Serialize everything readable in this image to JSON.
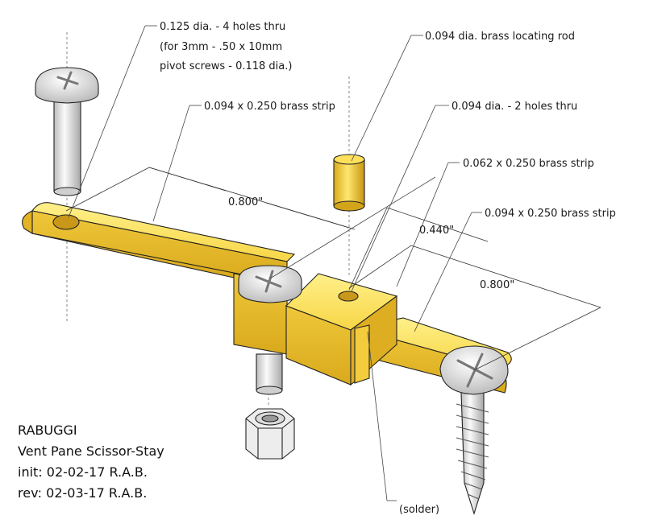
{
  "callouts": {
    "holes_line1": "0.125 dia. - 4 holes thru",
    "holes_line2": "(for 3mm - .50 x 10mm",
    "holes_line3": "pivot screws - 0.118 dia.)",
    "rod": "0.094 dia. brass locating rod",
    "strip_left": "0.094 x 0.250 brass strip",
    "holes_two": "0.094 dia. - 2 holes thru",
    "strip_mid": "0.062 x 0.250 brass strip",
    "strip_right": "0.094 x 0.250 brass strip",
    "solder": "(solder)"
  },
  "dimensions": {
    "left_length": "0.800\"",
    "offset": "0.440\"",
    "right_length": "0.800\""
  },
  "title_block": {
    "company": "RABUGGI",
    "part": "Vent Pane Scissor-Stay",
    "init": "init:  02-02-17  R.A.B.",
    "rev": "rev:  02-03-17  R.A.B."
  },
  "colors": {
    "brass_top": "#FFE36A",
    "brass_side": "#E8BE2E",
    "brass_dark": "#C99A12",
    "steel": "#E4E4E4"
  }
}
